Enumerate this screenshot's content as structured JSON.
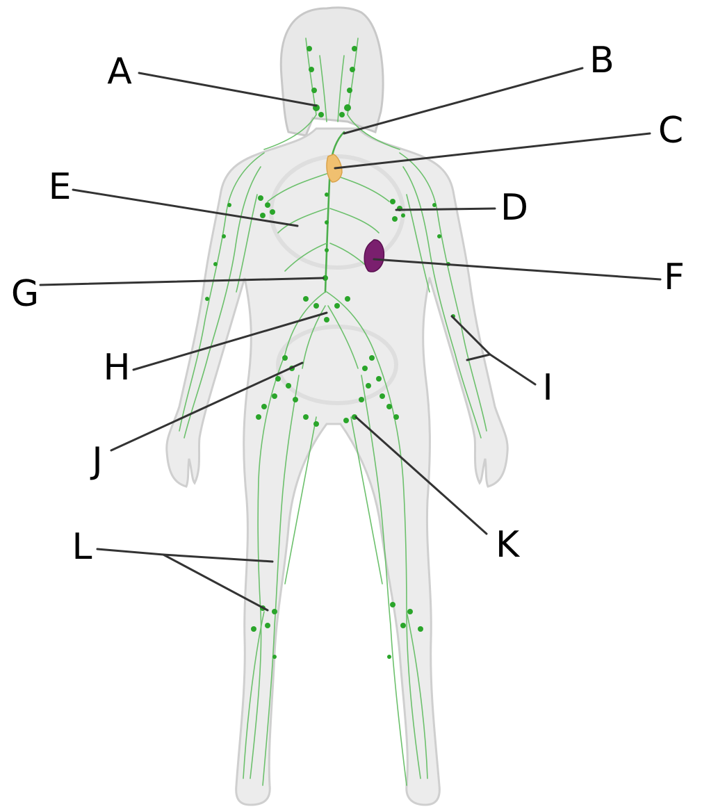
{
  "colors": {
    "body_fill": "#ebebeb",
    "body_outline": "#c8c8c8",
    "lymph_vessel": "#6cc06c",
    "lymph_node": "#2aa52a",
    "thymus": "#f0c070",
    "spleen": "#7a1f6e",
    "leader_line": "#333333",
    "label_text": "#000000"
  },
  "labels": [
    "A",
    "B",
    "C",
    "D",
    "E",
    "F",
    "G",
    "H",
    "I",
    "J",
    "K",
    "L"
  ]
}
